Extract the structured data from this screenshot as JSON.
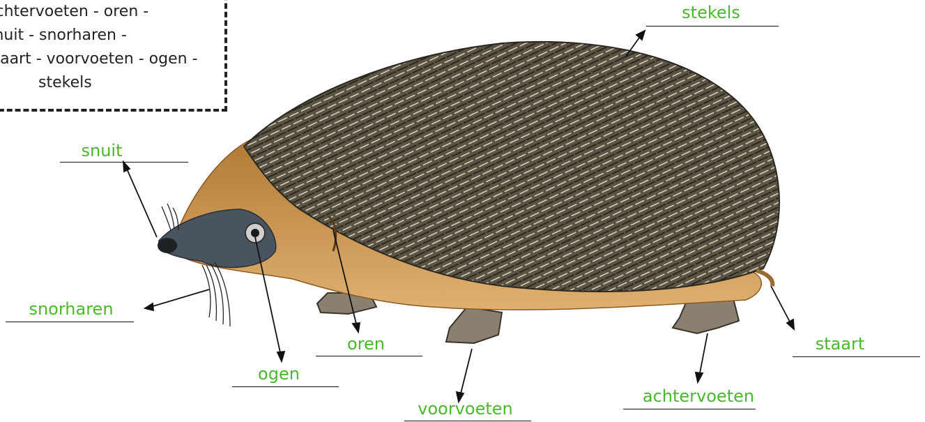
{
  "word_bank": {
    "lines": [
      "achtervoeten - oren -",
      "snuit - snorharen -",
      "staart - voorvoeten - ogen -",
      "stekels"
    ]
  },
  "labels": {
    "stekels": "stekels",
    "snuit": "snuit",
    "snorharen": "snorharen",
    "ogen": "ogen",
    "oren": "oren",
    "voorvoeten": "voorvoeten",
    "achtervoeten": "achtervoeten",
    "staart": "staart"
  },
  "colors": {
    "label_green": "#49b82a",
    "spines": "#4a4538",
    "fur": "#c9954a",
    "face": "#3c4650"
  }
}
